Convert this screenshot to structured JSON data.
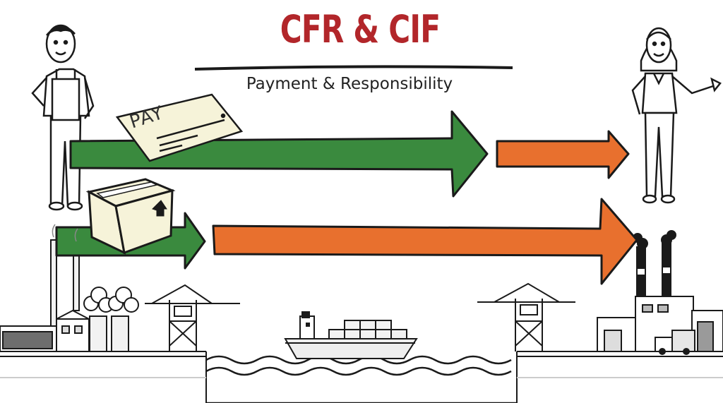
{
  "header": {
    "title": "CFR & CIF",
    "subtitle": "Payment & Responsibility"
  },
  "cheque": {
    "label": "PAY"
  },
  "colors": {
    "title": "#b2262a",
    "payment_arrow": "#3a8a3e",
    "responsibility_arrow": "#e8702e",
    "outline": "#1a1a1a",
    "paper": "#f6f3d9",
    "water": "#ffffff"
  }
}
